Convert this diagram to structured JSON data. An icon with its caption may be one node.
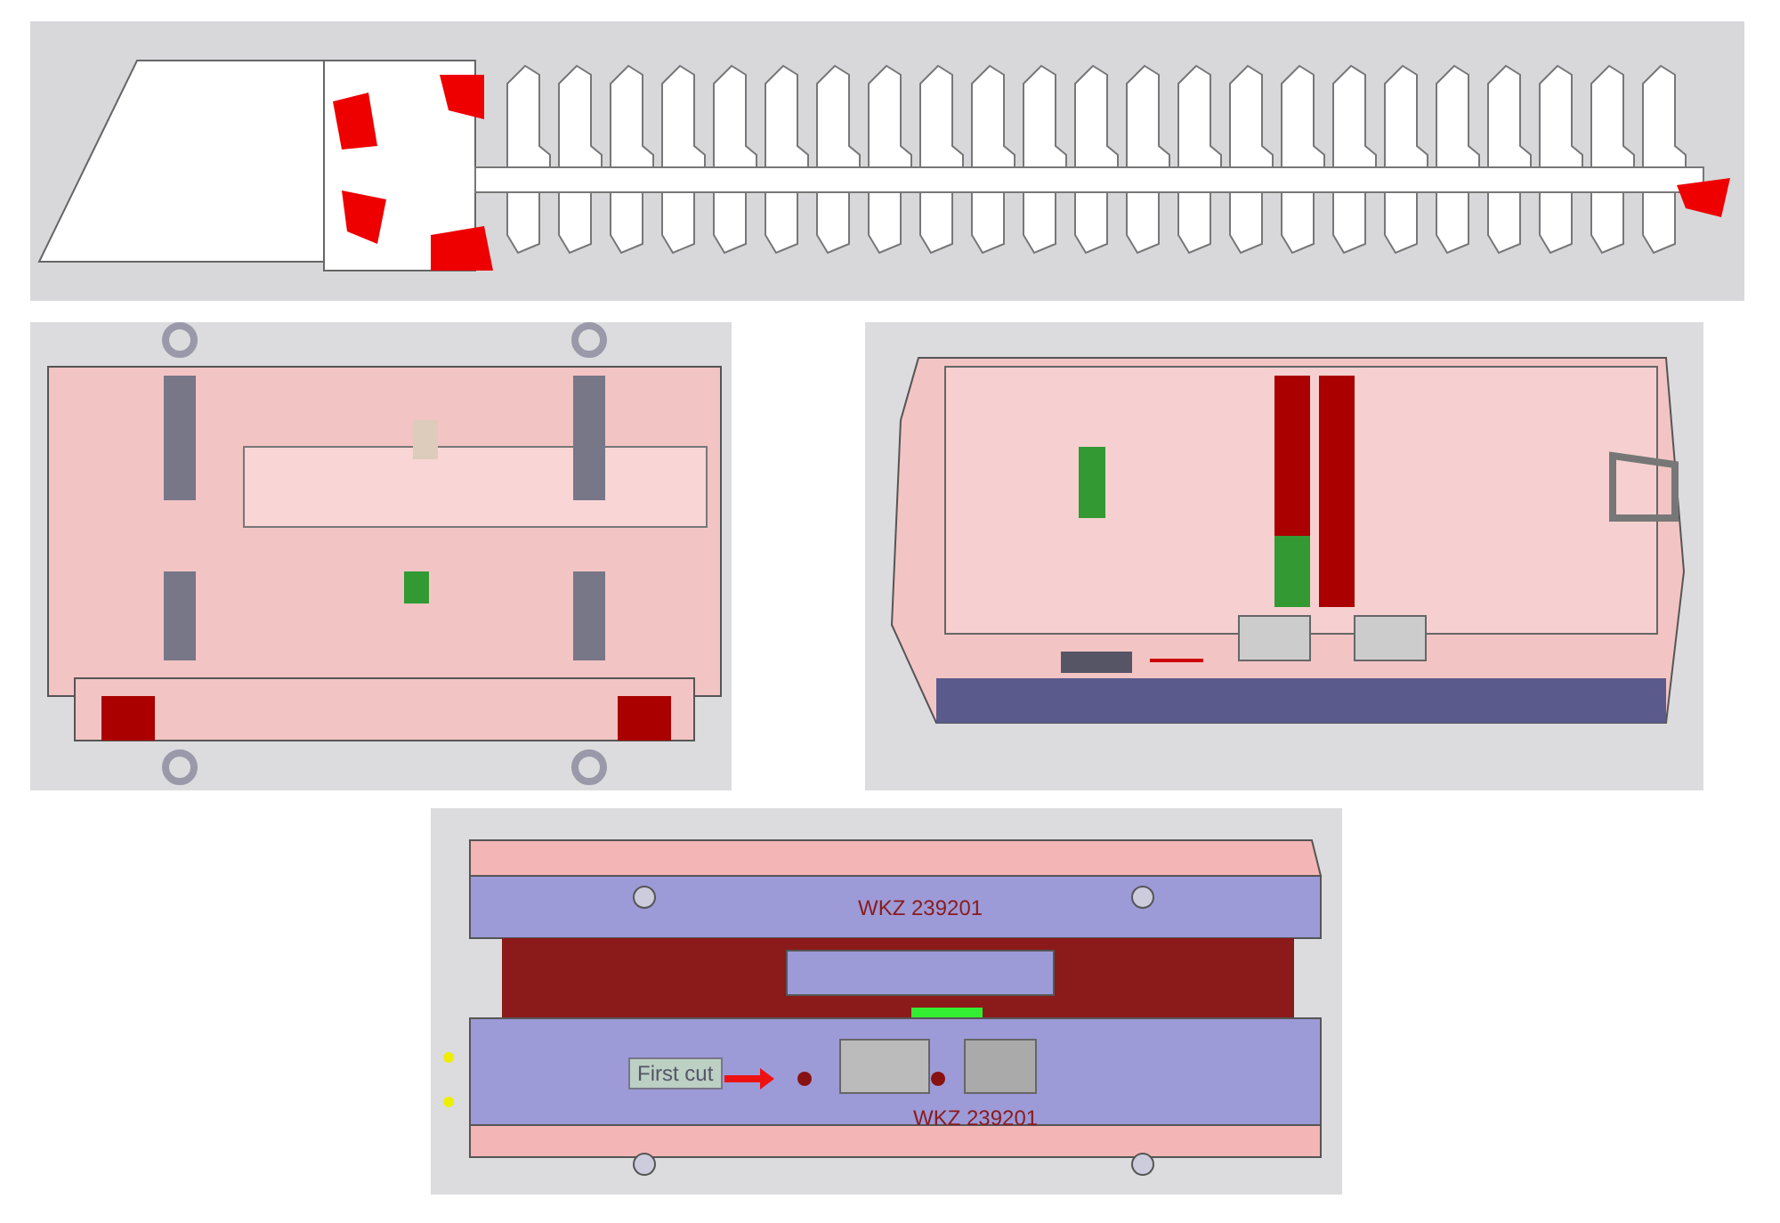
{
  "diagram": {
    "labels": [
      "WKZ 239201",
      "First cut",
      "WKZ 239201"
    ]
  }
}
